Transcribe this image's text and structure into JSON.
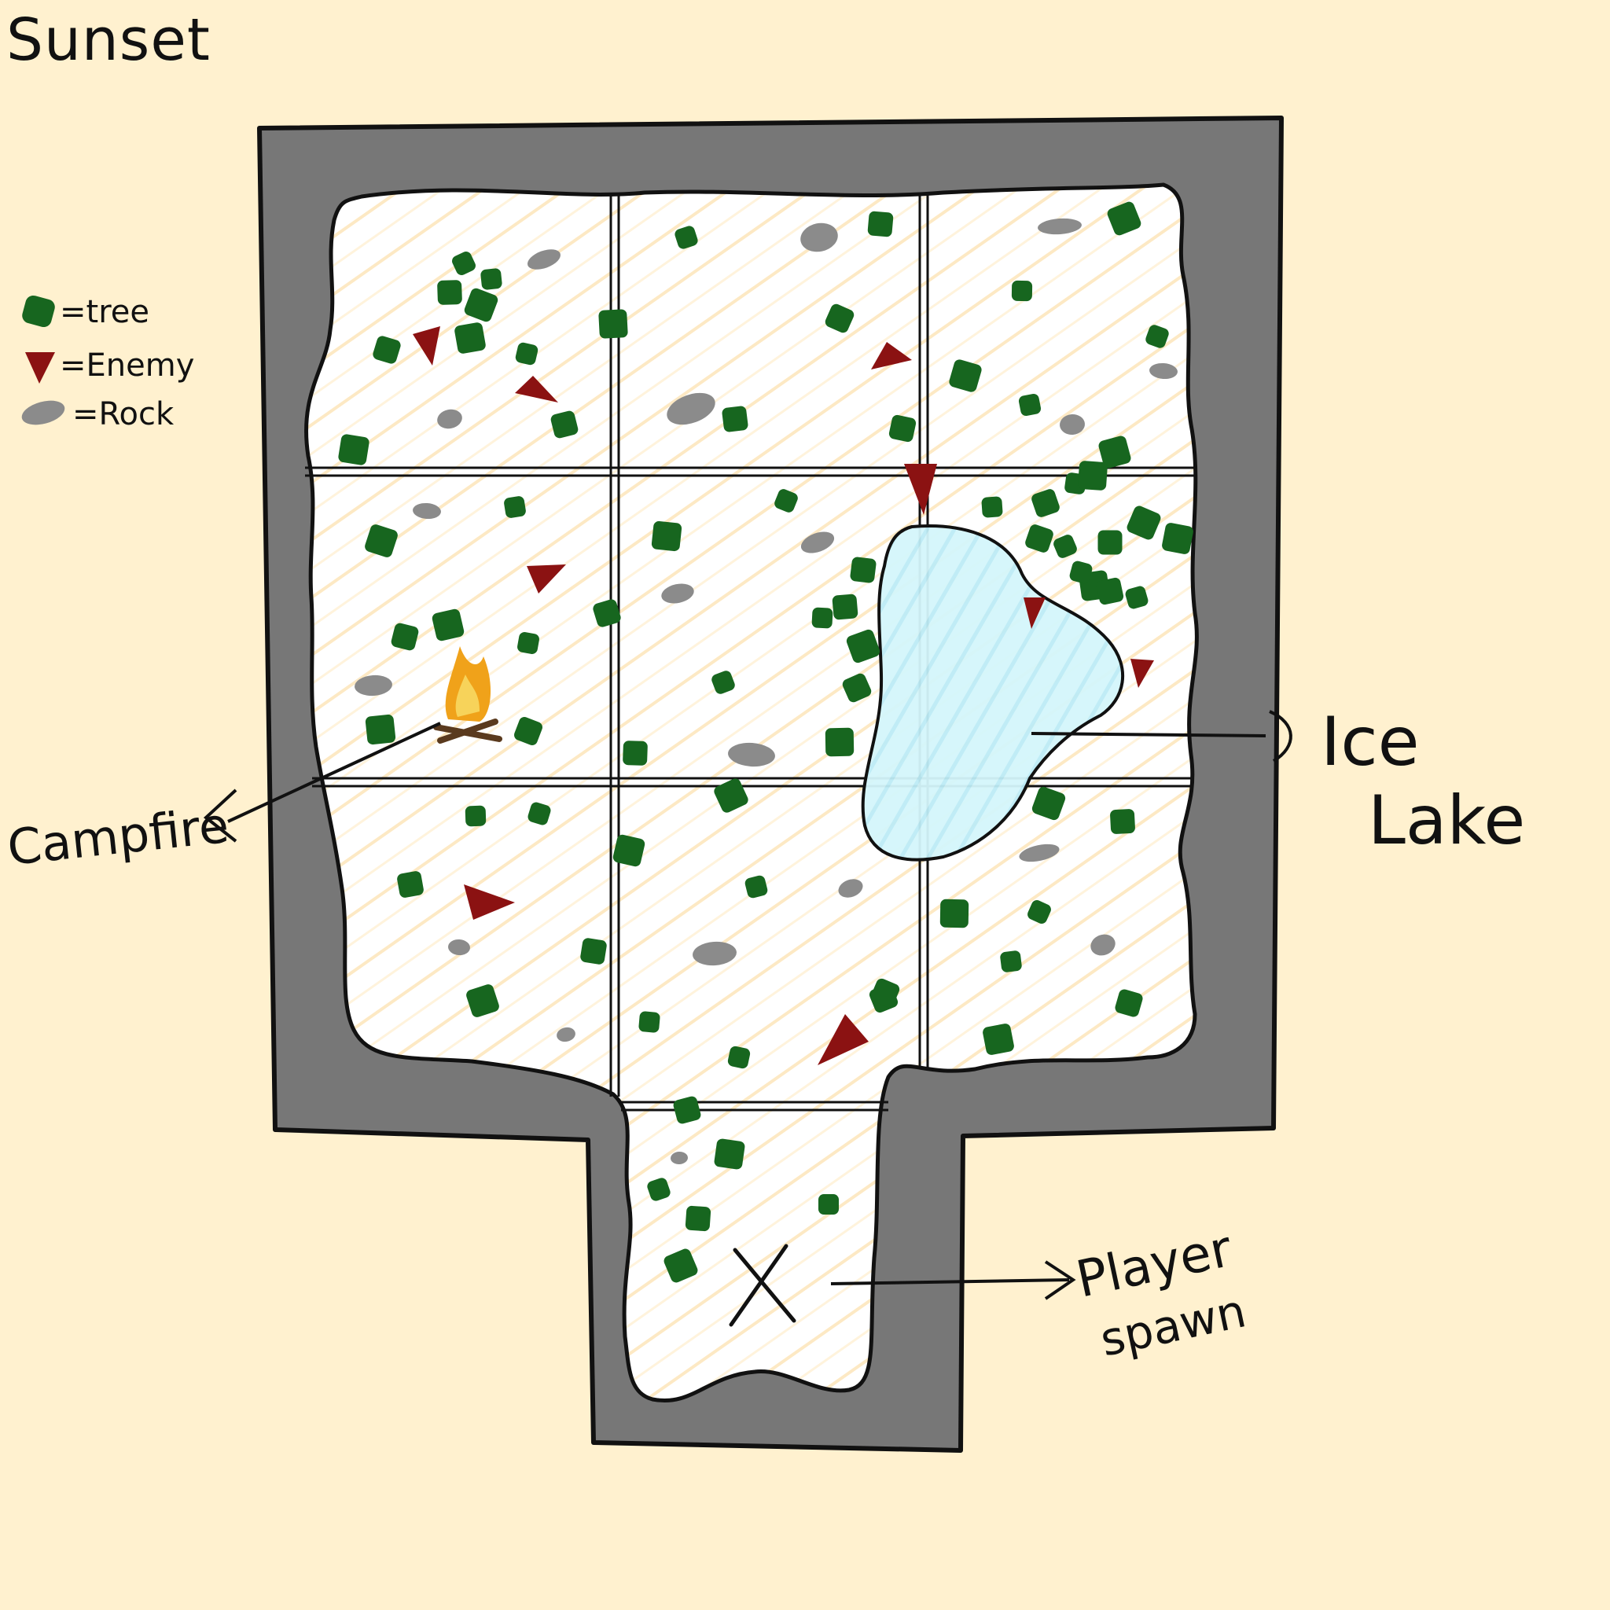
{
  "title": "Sunset",
  "legend": [
    {
      "symbol": "tree",
      "label": "=tree",
      "color": "#17661f"
    },
    {
      "symbol": "enemy",
      "label": "=Enemy",
      "color": "#8b1212"
    },
    {
      "symbol": "rock",
      "label": "=Rock",
      "color": "#8b8b8b"
    }
  ],
  "callouts": {
    "campfire": "Campfire",
    "ice_lake_line1": "Ice",
    "ice_lake_line2": "Lake",
    "spawn_line1": "Player",
    "spawn_line2": "spawn"
  },
  "colors": {
    "background": "#fff1cf",
    "wall": "#777777",
    "snow": "#ffffff",
    "ice": "#d4f6fb",
    "tree": "#17661f",
    "enemy": "#8b1212",
    "rock": "#8b8b8b"
  }
}
